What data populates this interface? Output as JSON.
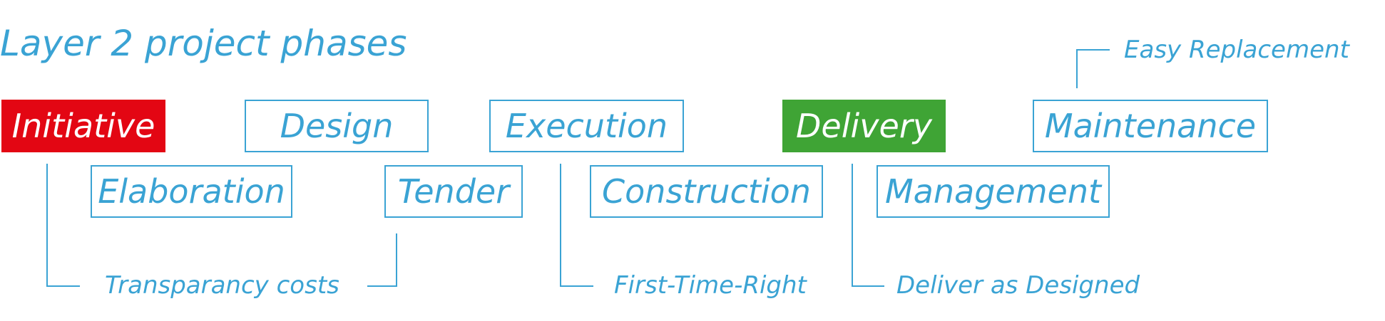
{
  "title": "Layer 2 project phases",
  "colors": {
    "line": "#3AA3D4",
    "initiative_fill": "#E30613",
    "delivery_fill": "#3FA435"
  },
  "phases": {
    "initiative": "Initiative",
    "elaboration": "Elaboration",
    "design": "Design",
    "tender": "Tender",
    "execution": "Execution",
    "construction": "Construction",
    "delivery": "Delivery",
    "management": "Management",
    "maintenance": "Maintenance"
  },
  "notes": {
    "transparancy": "Transparancy costs",
    "first_time_right": "First-Time-Right",
    "deliver_as_designed": "Deliver as Designed",
    "easy_replacement": "Easy Replacement"
  }
}
